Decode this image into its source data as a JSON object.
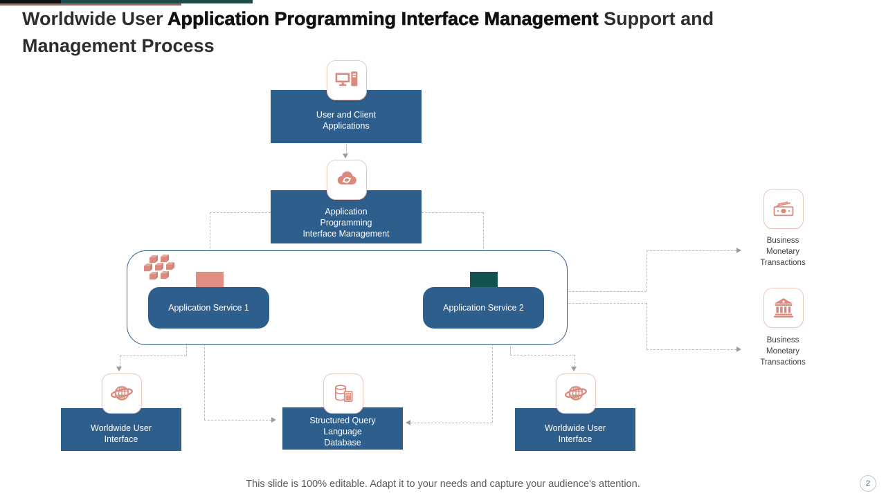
{
  "header": {
    "title_part1": "Worldwide User ",
    "title_part2": "Application Programming Interface Management ",
    "title_part3": "Support and",
    "title_part4": "Management Process"
  },
  "nodes": {
    "user_client": {
      "lines": [
        "User and Client",
        "Applications"
      ],
      "icon": "desktop-computer-icon"
    },
    "api_mgmt": {
      "lines": [
        "Application",
        "Programming",
        "Interface Management"
      ],
      "icon": "cloud-sync-icon"
    },
    "service1": {
      "label": "Application Service 1"
    },
    "service2": {
      "label": "Application Service 2"
    },
    "worldwide_left": {
      "lines": [
        "Worldwide User",
        "Interface"
      ],
      "icon": "globe-orbit-icon"
    },
    "sql_db": {
      "lines": [
        "Structured Query",
        "Language",
        "Database"
      ],
      "icon": "database-icon"
    },
    "worldwide_right": {
      "lines": [
        "Worldwide User",
        "Interface"
      ],
      "icon": "globe-orbit-icon"
    },
    "business1": {
      "lines": [
        "Business",
        "Monetary",
        "Transactions"
      ],
      "icon": "money-banknotes-icon"
    },
    "business2": {
      "lines": [
        "Business",
        "Monetary",
        "Transactions"
      ],
      "icon": "bank-building-icon"
    }
  },
  "footer": {
    "text": "This slide is 100% editable. Adapt it to your needs and capture your audience's attention.",
    "page_number": "2"
  },
  "colors": {
    "node_blue": "#2e5e8b",
    "accent_salmon": "#dc897d",
    "tab_teal": "#14524f",
    "header_teal": "#1e4a4c",
    "header_brown": "#a26b5e",
    "connector_gray": "#b9b9b9"
  }
}
